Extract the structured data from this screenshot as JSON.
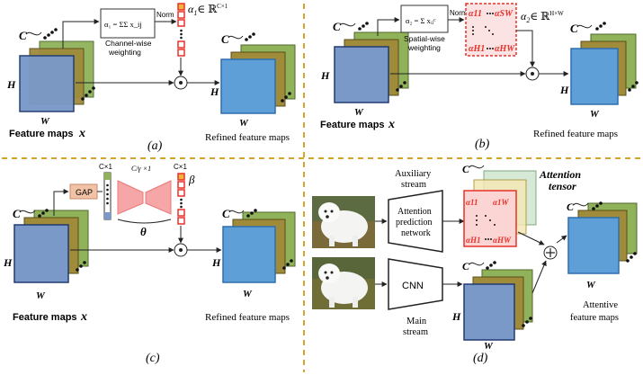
{
  "panel_a": {
    "label": "(a)",
    "feature_maps": "Feature maps",
    "x_sym": "x",
    "refined": "Refined feature maps",
    "channel_box": "Channel-wise weighting",
    "norm": "Norm",
    "alpha_def": "α",
    "alpha_sub": "1",
    "alpha_rest": "∈ ℝ",
    "alpha_sup": "C×1",
    "formula": "α₁ = ΣΣ x_ij",
    "H": "H",
    "W": "W",
    "C": "C"
  },
  "panel_b": {
    "label": "(b)",
    "feature_maps": "Feature maps",
    "x_sym": "x",
    "refined": "Refined feature maps",
    "spatial_box": "Spatial-wise weighting",
    "norm": "Norm",
    "alpha_def": "α",
    "alpha_sub": "2",
    "alpha_rest": "∈ ℝ",
    "alpha_sup": "H×W",
    "matrix": [
      "α11",
      "αSW",
      "αH1",
      "αHW"
    ],
    "H": "H",
    "W": "W",
    "C": "C"
  },
  "panel_c": {
    "label": "(c)",
    "feature_maps": "Feature maps",
    "x_sym": "x",
    "refined": "Refined feature maps",
    "gap": "GAP",
    "c1_left": "C×1",
    "c_over_gamma": "C/γ ×1",
    "c1_right": "C×1",
    "beta": "β",
    "theta": "θ",
    "H": "H",
    "W": "W",
    "C": "C"
  },
  "panel_d": {
    "label": "(d)",
    "aux_stream": [
      "Auxiliary",
      "stream"
    ],
    "attn_net": [
      "Attention",
      "prediction",
      "network"
    ],
    "cnn": "CNN",
    "main_stream": [
      "Main",
      "stream"
    ],
    "attn_tensor": [
      "Attention",
      "tensor"
    ],
    "attentive": [
      "Attentive",
      "feature maps"
    ],
    "matrix": [
      "α11",
      "α1W",
      "αH1",
      "αHW"
    ],
    "H": "H",
    "W": "W",
    "C": "C"
  },
  "colors": {
    "blue": "#7a99c8",
    "olive": "#9f8b3a",
    "green": "#8fb25a",
    "refined_blue": "#5e9fd8",
    "red": "#e8312a",
    "divider": "#d4a52a",
    "gap_fill": "#f2c2a6",
    "pink": "#f6a6a6"
  }
}
